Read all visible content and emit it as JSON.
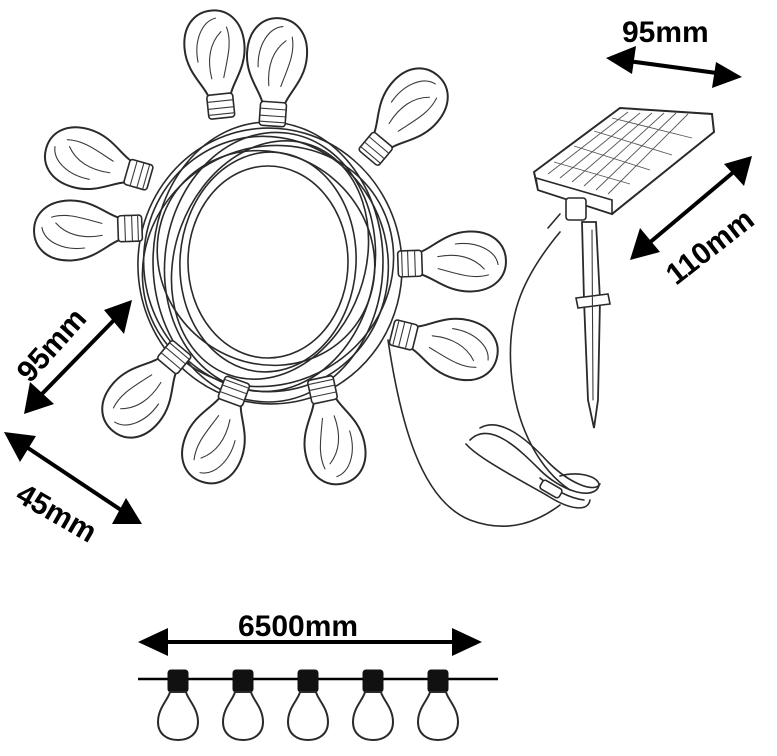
{
  "dimensions": {
    "solar_width": "95mm",
    "solar_height": "110mm",
    "bulb_length": "95mm",
    "bulb_diameter": "45mm",
    "string_length": "6500mm"
  },
  "icons": {
    "coiled_string": "coiled-light-string-icon",
    "solar_panel": "solar-panel-icon",
    "ground_stake": "ground-stake-icon",
    "bulb": "edison-bulb-icon",
    "arrow": "double-arrow-icon"
  },
  "counts": {
    "coil_bulbs": 10,
    "row_bulbs": 5
  }
}
